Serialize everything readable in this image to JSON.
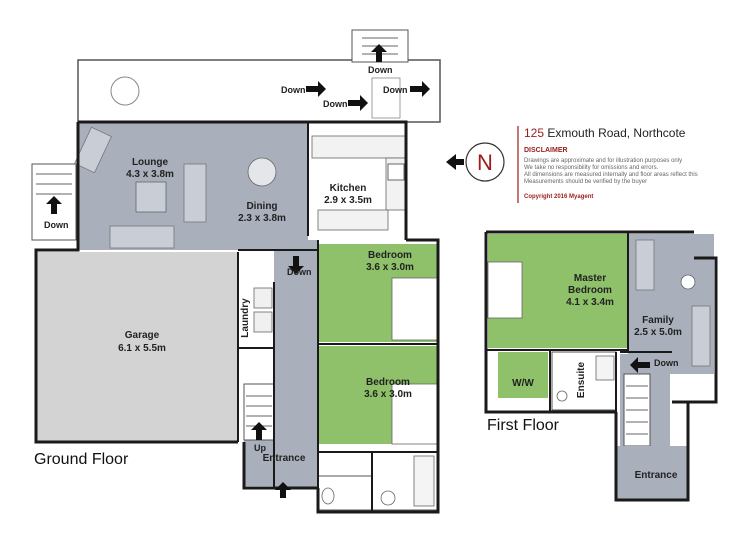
{
  "header": {
    "number": "125",
    "street": "Exmouth Road, Northcote",
    "disclaimer_heading": "DISCLAIMER",
    "disclaimer_lines": [
      "Drawings are approximate and for illustration purposes only",
      "We take no responsibility for omissions and errors.",
      "All dimensions are measured internally and floor areas reflect this",
      "Measurements should be verified by the buyer"
    ],
    "copyright": "Copyright 2016",
    "agent": "Myagent"
  },
  "compass": {
    "letter": "N"
  },
  "floors": {
    "ground": "Ground Floor",
    "first": "First Floor"
  },
  "rooms": {
    "lounge": {
      "name": "Lounge",
      "dims": "4.3 x 3.8m"
    },
    "dining": {
      "name": "Dining",
      "dims": "2.3 x 3.8m"
    },
    "kitchen": {
      "name": "Kitchen",
      "dims": "2.9 x 3.5m"
    },
    "bedroom1": {
      "name": "Bedroom",
      "dims": "3.6 x 3.0m"
    },
    "bedroom2": {
      "name": "Bedroom",
      "dims": "3.6 x 3.0m"
    },
    "garage": {
      "name": "Garage",
      "dims": "6.1 x 5.5m"
    },
    "laundry": {
      "name": "Laundry"
    },
    "entrance_ground": {
      "name": "Entrance"
    },
    "master": {
      "name1": "Master",
      "name2": "Bedroom",
      "dims": "4.1 x 3.4m"
    },
    "family": {
      "name": "Family",
      "dims": "2.5 x 5.0m"
    },
    "ww": {
      "name": "W/W"
    },
    "ensuite": {
      "name": "Ensuite"
    },
    "entrance_first": {
      "name": "Entrance"
    }
  },
  "stair_labels": {
    "down": "Down",
    "up": "Up"
  },
  "colors": {
    "living": "#a9afbb",
    "bedroom": "#8fc16a",
    "garage": "#d3d3d3",
    "wall": "#1a1a1a",
    "accent": "#9b1c1c"
  }
}
